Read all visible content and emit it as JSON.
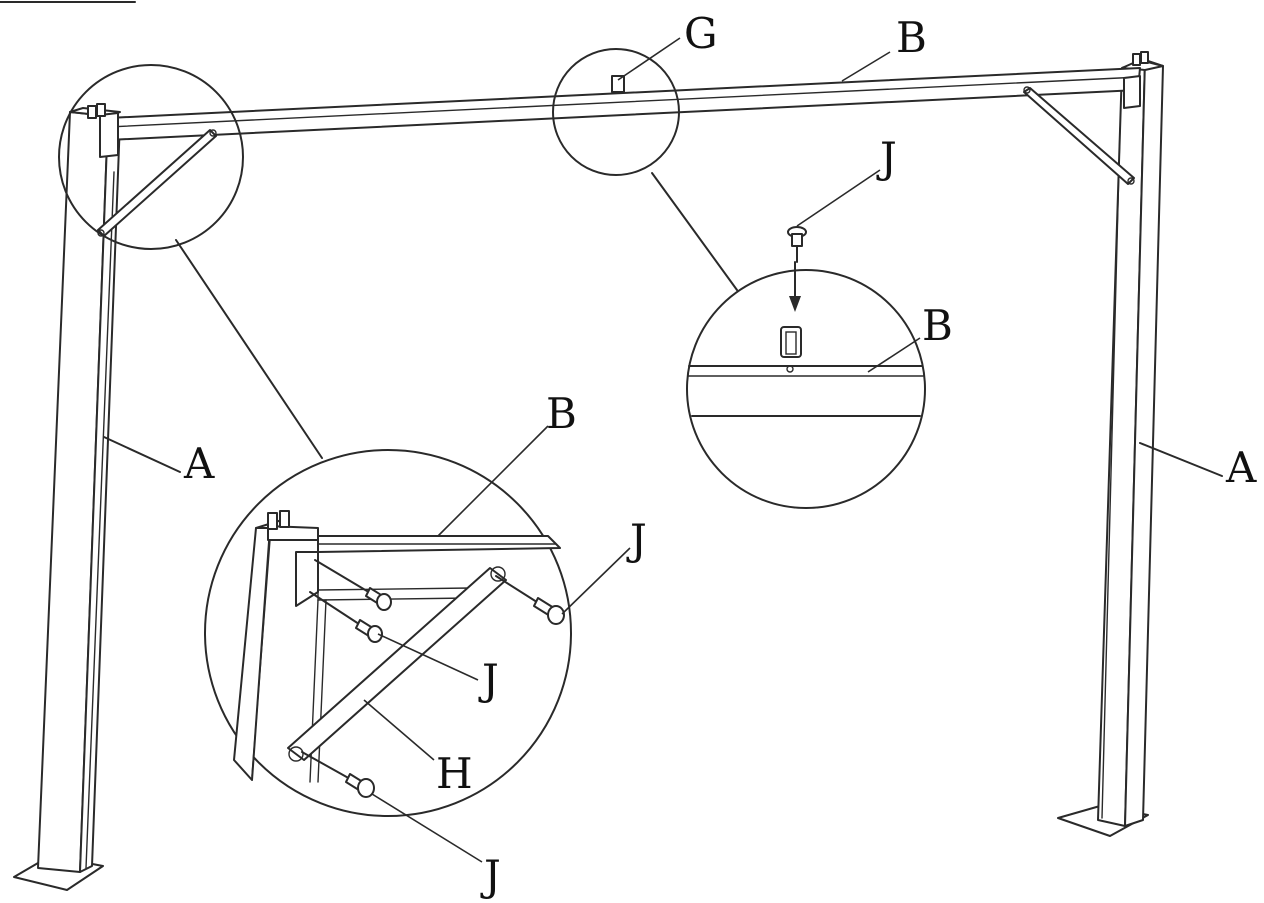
{
  "labels": {
    "a_left": "A",
    "a_right": "A",
    "b_top": "B",
    "b_detail_right": "B",
    "b_detail_left": "B",
    "g_top": "G",
    "j_right_detail": "J",
    "j_left_upper": "J",
    "j_left_mid": "J",
    "j_left_lower": "J",
    "h_left": "H"
  },
  "colors": {
    "ink": "#2a2a2a",
    "background": "#ffffff"
  }
}
